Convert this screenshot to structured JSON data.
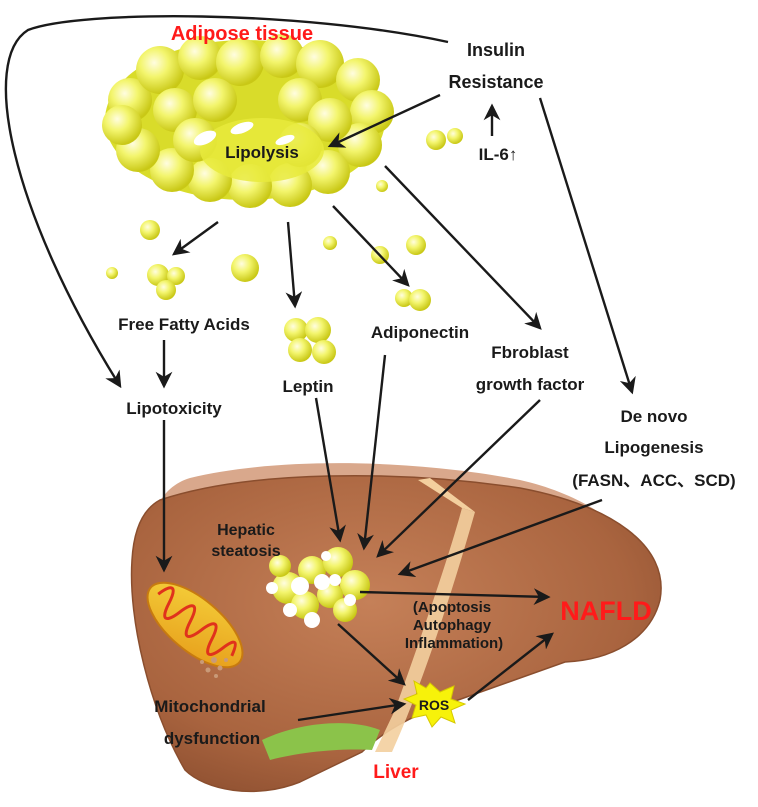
{
  "labels": {
    "adipose_tissue": "Adipose tissue",
    "insulin": "Insulin",
    "resistance": "Resistance",
    "lipolysis": "Lipolysis",
    "il6": "IL-6↑",
    "free_fatty_acids": "Free Fatty Acids",
    "adiponectin": "Adiponectin",
    "fibroblast": "Fbroblast",
    "growth_factor": "growth factor",
    "leptin": "Leptin",
    "lipotoxicity": "Lipotoxicity",
    "de_novo": "De novo",
    "lipogenesis": "Lipogenesis",
    "enzymes": "(FASN、ACC、SCD)",
    "hepatic": "Hepatic",
    "steatosis": "steatosis",
    "apoptosis": "(Apoptosis",
    "autophagy": "Autophagy",
    "inflammation": "Inflammation)",
    "nafld": "NAFLD",
    "ros": "ROS",
    "mitochondrial": "Mitochondrial",
    "dysfunction": "dysfunction",
    "liver": "Liver"
  },
  "colors": {
    "accent_red": "#ff1a1a",
    "fat_yellow": "#eef25a",
    "liver_brown": "#b5704a",
    "ros_star": "#f7f20a",
    "gallbladder_green": "#7cc23a"
  }
}
